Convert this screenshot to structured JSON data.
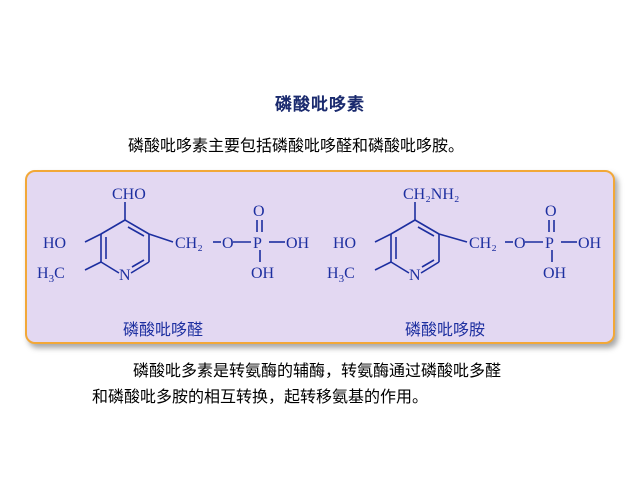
{
  "title": "磷酸吡哆素",
  "intro": "磷酸吡哆素主要包括磷酸吡哆醛和磷酸吡哆胺。",
  "structures": {
    "left": {
      "cho": "CHO",
      "ho": "HO",
      "h3c_base": "H",
      "h3c_sub": "3",
      "h3c_tail": "C",
      "n": "N",
      "ch2o": "CH₂",
      "o_link": "O",
      "p": "P",
      "oh_right": "OH",
      "o_top": "O",
      "oh_bottom": "OH",
      "name": "磷酸吡哆醛"
    },
    "right": {
      "ch2nh2": "CH₂NH₂",
      "ho": "HO",
      "h3c_base": "H",
      "h3c_sub": "3",
      "h3c_tail": "C",
      "n": "N",
      "ch2o": "CH₂",
      "o_link": "O",
      "p": "P",
      "oh_right": "OH",
      "o_top": "O",
      "oh_bottom": "OH",
      "name": "磷酸吡哆胺"
    }
  },
  "paragraph": {
    "line1": "磷酸吡多素是转氨酶的辅酶，转氨酶通过磷酸吡多醛",
    "line2": "和磷酸吡多胺的相互转换，起转移氨基的作用。"
  },
  "colors": {
    "chem": "#1d2fa0",
    "panel": "#e3d8f2",
    "border": "#f2a838",
    "title": "#1a2a6e"
  }
}
